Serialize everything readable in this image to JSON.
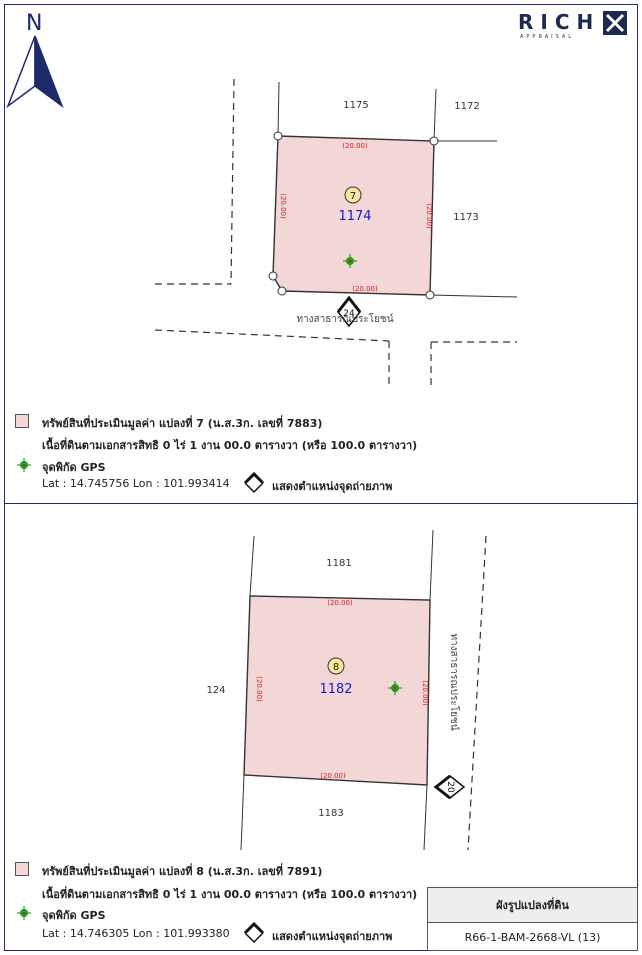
{
  "logo": {
    "brand": "RICH",
    "tagline": "APPRAISAL"
  },
  "north_arrow": {
    "label": "N"
  },
  "map1": {
    "lot_number": "1174",
    "parcel_marker": "7",
    "neighbors": {
      "top": "1175",
      "top_right": "1172",
      "right": "1173"
    },
    "dimensions": {
      "top": "(20.00)",
      "right": "(20.00)",
      "bottom": "(20.00)",
      "left": "(20.00)"
    },
    "road_label": "ทางสาธารณประโยชน์",
    "photo_marker": "24"
  },
  "legend1": {
    "asset": "ทรัพย์สินที่ประเมินมูลค่า แปลงที่ 7 (น.ส.3ก. เลขที่ 7883)",
    "area": "เนื้อที่ดินตามเอกสารสิทธิ 0 ไร่ 1 งาน 00.0 ตารางวา (หรือ 100.0 ตารางวา)",
    "gps_label": "จุดพิกัด GPS",
    "coords": "Lat : 14.745756  Lon : 101.993414",
    "photo_label": "แสดงตำแหน่งจุดถ่ายภาพ"
  },
  "map2": {
    "lot_number": "1182",
    "parcel_marker": "8",
    "neighbors": {
      "top": "1181",
      "left": "124",
      "bottom": "1183"
    },
    "dimensions": {
      "top": "(20.00)",
      "right": "(20.00)",
      "bottom": "(20.00)",
      "left": "(20.00)"
    },
    "road_label": "ทางสาธารณประโยชน์",
    "photo_marker": "20"
  },
  "legend2": {
    "asset": "ทรัพย์สินที่ประเมินมูลค่า แปลงที่ 8 (น.ส.3ก. เลขที่ 7891)",
    "area": "เนื้อที่ดินตามเอกสารสิทธิ 0 ไร่ 1 งาน 00.0 ตารางวา (หรือ 100.0 ตารางวา)",
    "gps_label": "จุดพิกัด GPS",
    "coords": "Lat : 14.746305  Lon : 101.993380",
    "photo_label": "แสดงตำแหน่งจุดถ่ายภาพ"
  },
  "title_box": {
    "heading": "ผังรูปแปลงที่ดิน",
    "code": "R66-1-BAM-2668-VL (13)"
  },
  "colors": {
    "parcel_fill": "#f3d6d6",
    "dimension_red": "#d02020",
    "lot_blue": "#1a1ad0",
    "marker_yellow": "#f7e7a1",
    "gps_green": "#1e9e1e",
    "frame_navy": "#1d2a6b"
  }
}
